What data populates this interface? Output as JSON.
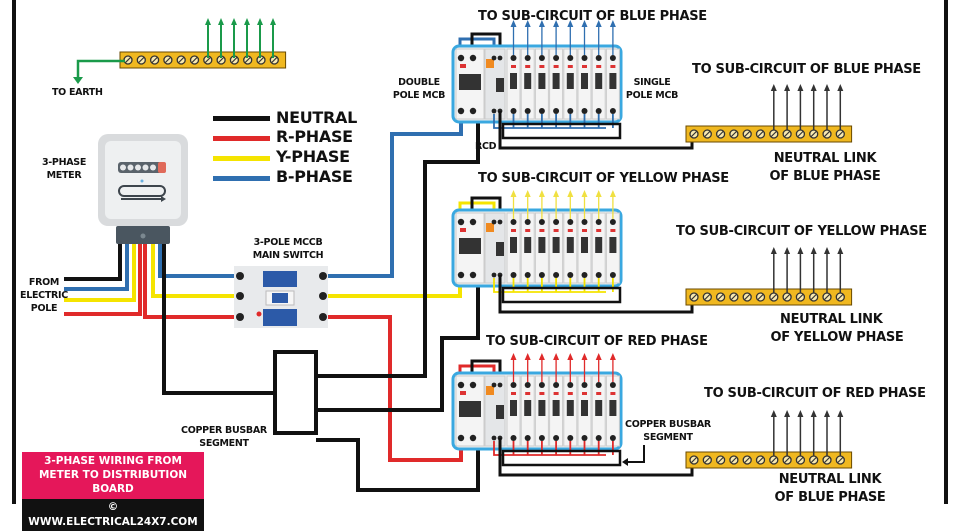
{
  "title": "3-Phase Wiring from Meter to Distribution Board",
  "colors": {
    "neutral": "#111111",
    "r_phase": "#e02a2a",
    "y_phase": "#f5e400",
    "b_phase": "#2f6fb0",
    "earth": "#1a9a4a",
    "busbar_fill": "#f0b820",
    "board_outline": "#3aa8e0",
    "badge_bg": "#e5175a"
  },
  "legend": {
    "items": [
      {
        "label": "NEUTRAL",
        "color": "#111111"
      },
      {
        "label": "R-PHASE",
        "color": "#e02a2a"
      },
      {
        "label": "Y-PHASE",
        "color": "#f5e400"
      },
      {
        "label": "B-PHASE",
        "color": "#2f6fb0"
      }
    ]
  },
  "labels": {
    "to_earth": "TO EARTH",
    "meter": [
      "3-PHASE",
      "METER"
    ],
    "from_pole": [
      "FROM",
      "ELECTRIC",
      "POLE"
    ],
    "mccb": [
      "3-POLE MCCB",
      "MAIN SWITCH"
    ],
    "double_pole_mcb": [
      "DOUBLE",
      "POLE MCB"
    ],
    "single_pole_mcb": [
      "SINGLE",
      "POLE MCB"
    ],
    "rcd": "RCD",
    "copper_busbar_left": [
      "COPPER BUSBAR",
      "SEGMENT"
    ],
    "copper_busbar_right": [
      "COPPER BUSBAR",
      "SEGMENT"
    ]
  },
  "boards": [
    {
      "phase": "blue",
      "heading": "TO SUB-CIRCUIT OF BLUE PHASE",
      "mcb_count": 8
    },
    {
      "phase": "yellow",
      "heading": "TO SUB-CIRCUIT OF YELLOW PHASE",
      "mcb_count": 8
    },
    {
      "phase": "red",
      "heading": "TO SUB-CIRCUIT OF RED PHASE",
      "mcb_count": 8
    }
  ],
  "neutral_links": [
    {
      "heading": "TO SUB-CIRCUIT OF BLUE PHASE",
      "caption": [
        "NEUTRAL LINK",
        "OF BLUE PHASE"
      ],
      "terminals": 12,
      "outputs": 6
    },
    {
      "heading": "TO SUB-CIRCUIT OF YELLOW PHASE",
      "caption": [
        "NEUTRAL LINK",
        "OF YELLOW PHASE"
      ],
      "terminals": 12,
      "outputs": 6
    },
    {
      "heading": "TO SUB-CIRCUIT OF RED PHASE",
      "caption": [
        "NEUTRAL LINK",
        "OF BLUE PHASE"
      ],
      "terminals": 12,
      "outputs": 6
    }
  ],
  "earth_link": {
    "terminals": 12,
    "outputs": 6
  },
  "footer": {
    "line1": "3-PHASE WIRING FROM",
    "line2": "METER TO DISTRIBUTION BOARD",
    "copyright": "© WWW.ELECTRICAL24X7.COM"
  }
}
